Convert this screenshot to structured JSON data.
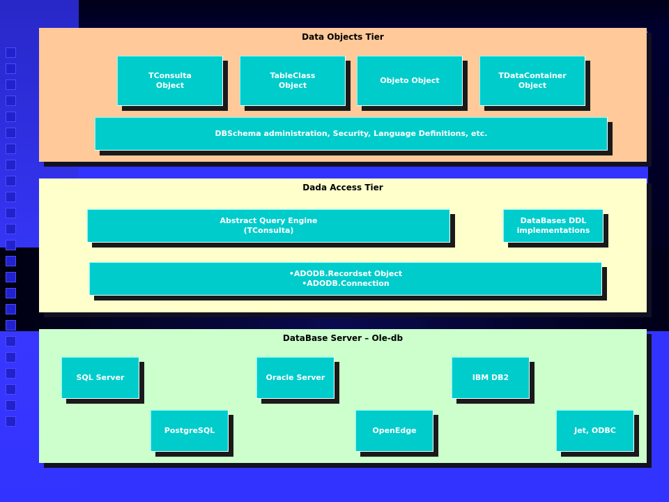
{
  "tiers": {
    "data_objects": {
      "title": "Data Objects Tier",
      "boxes": [
        "TConsulta\nObject",
        "TableClass\nObject",
        "Objeto Object",
        "TDataContainer\nObject"
      ],
      "wide": "DBSchema administration, Security, Language Definitions, etc."
    },
    "data_access": {
      "title": "Dada Access Tier",
      "engine": "Abstract Query Engine\n(TConsulta)",
      "ddl": "DataBases DDL\nimplementations",
      "ado": "•ADODB.Recordset Object\n•ADODB.Connection"
    },
    "server": {
      "title": "DataBase Server – Ole-db",
      "servers": [
        "SQL Server",
        "Oracle Server",
        "IBM DB2",
        "PostgreSQL",
        "OpenEdge",
        "Jet, ODBC"
      ]
    }
  },
  "colors": {
    "tier1_bg": "#ffc999",
    "tier2_bg": "#ffffcc",
    "tier3_bg": "#ccffcc",
    "box": "#00cccc",
    "background": "#3333ff"
  }
}
